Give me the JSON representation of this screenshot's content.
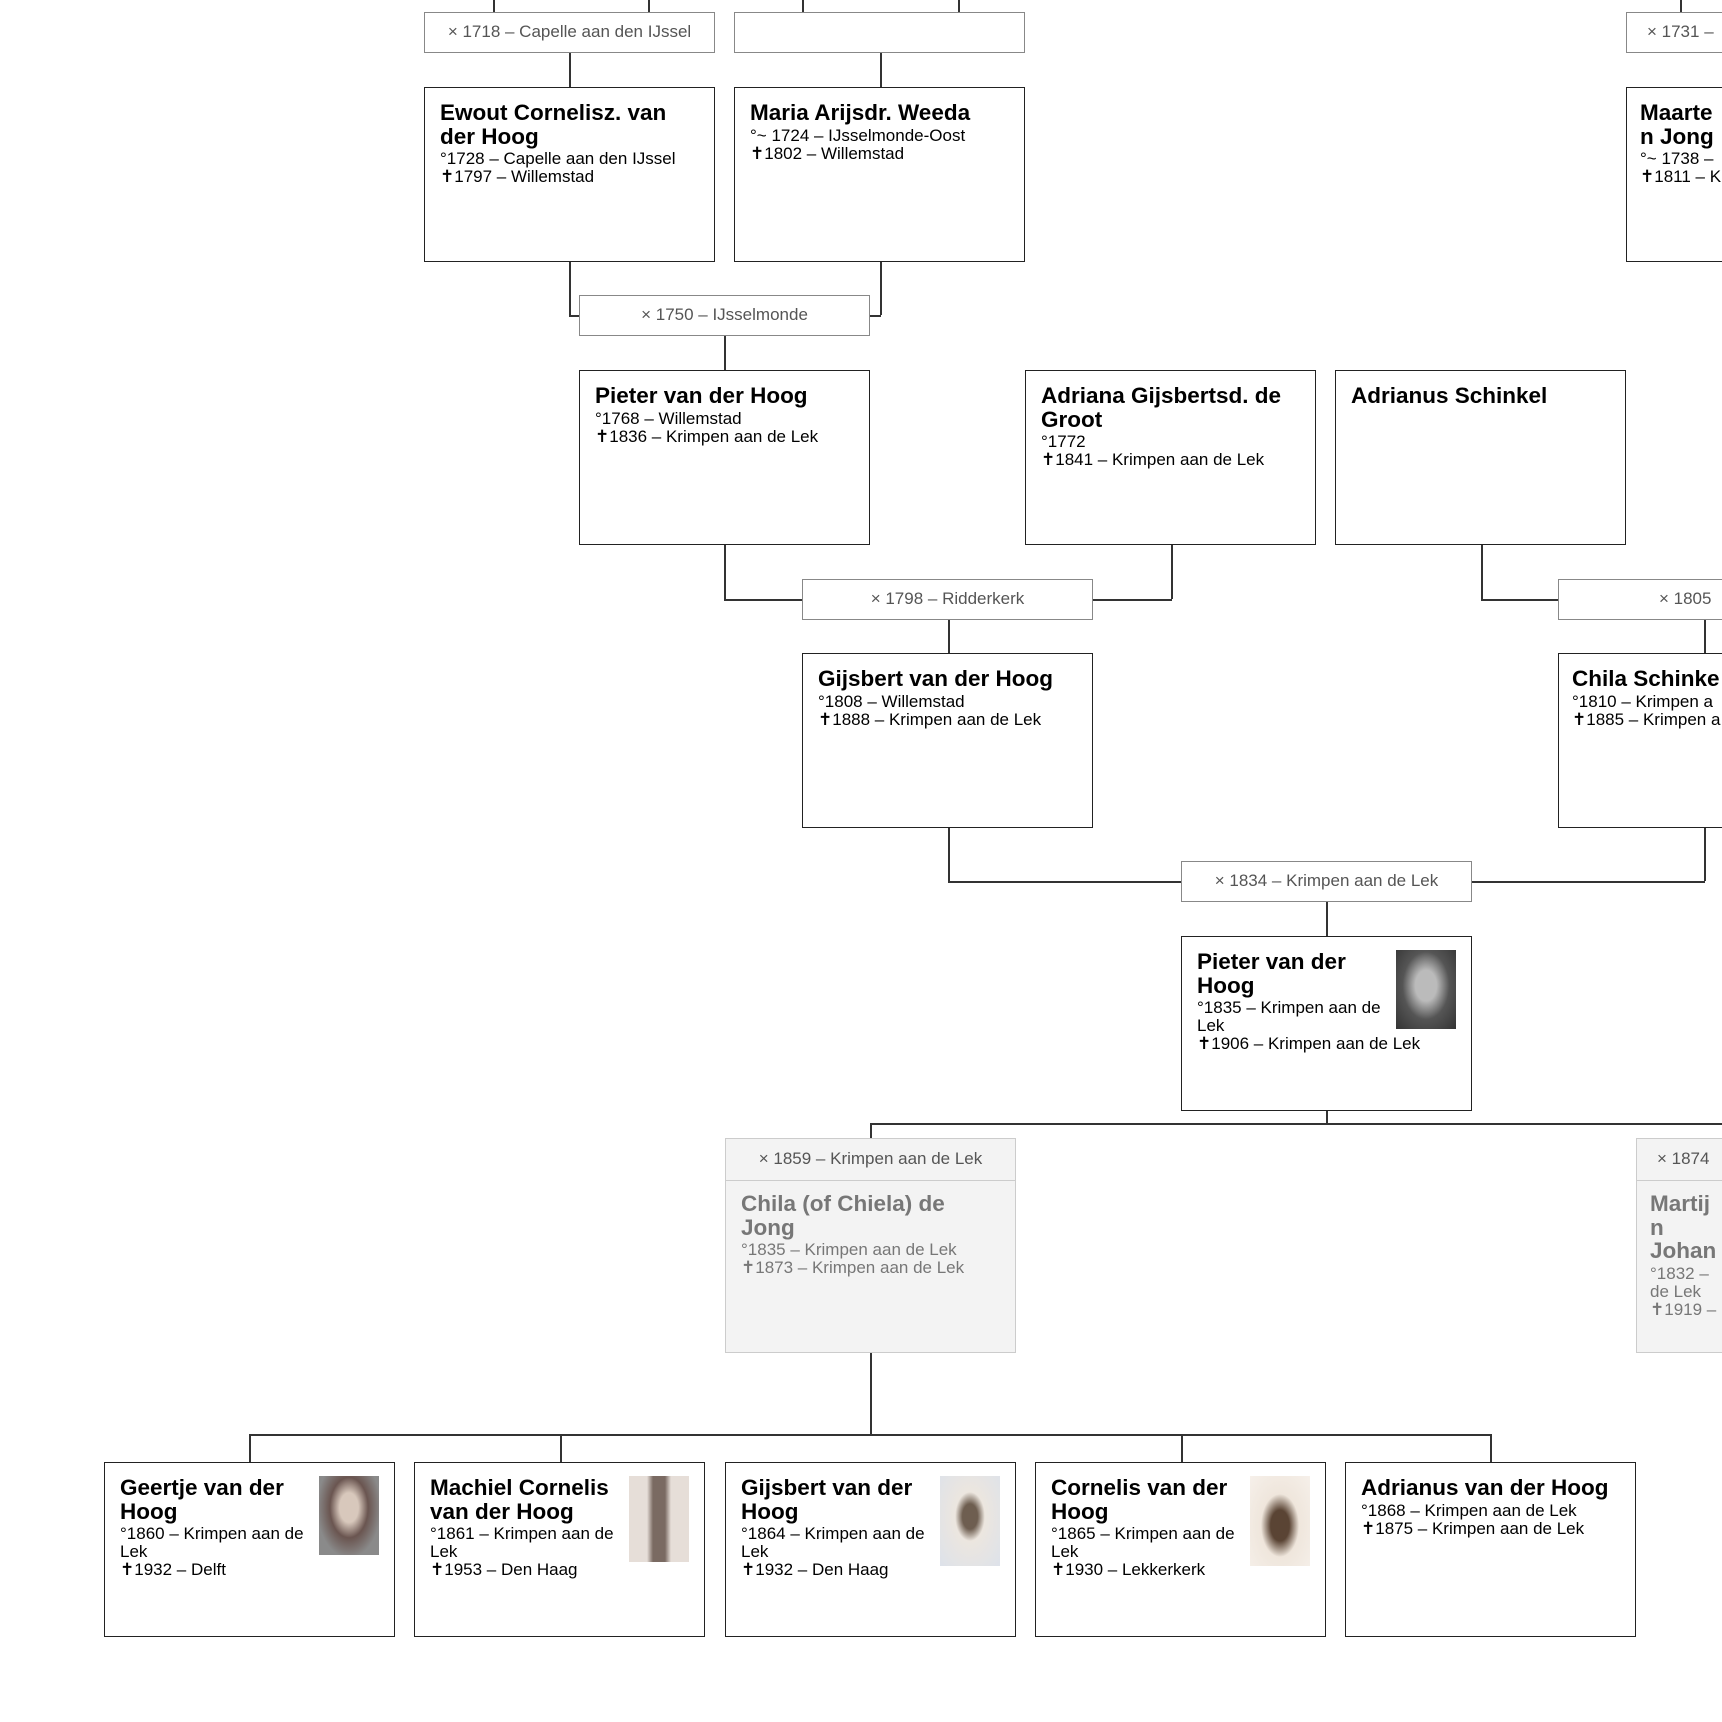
{
  "marriages": {
    "m1718": "× 1718 – Capelle aan den IJssel",
    "m_empty": "",
    "m1731": "× 1731 –",
    "m1750": "× 1750 – IJsselmonde",
    "m1798": "× 1798 – Ridderkerk",
    "m1805": "× 1805",
    "m1834": "× 1834 – Krimpen aan de Lek",
    "m1859": "× 1859 – Krimpen aan de Lek",
    "m1874": "× 1874"
  },
  "persons": {
    "ewout": {
      "name": "Ewout Cornelisz. van der Hoog",
      "birth": "°1728 – Capelle aan den IJssel",
      "death": "✝1797 – Willemstad"
    },
    "maria": {
      "name": "Maria Arijsdr. Weeda",
      "birth": "°~ 1724 – IJsselmonde-Oost",
      "death": "✝1802 – Willemstad"
    },
    "maarten": {
      "name": "Maarten Jong",
      "birth": "°~ 1738 –",
      "death": "✝1811 – K"
    },
    "pieter1768": {
      "name": "Pieter van der Hoog",
      "birth": "°1768 – Willemstad",
      "death": "✝1836 – Krimpen aan de Lek"
    },
    "adriana": {
      "name": "Adriana Gijsbertsd. de Groot",
      "birth": "°1772",
      "death": "✝1841 – Krimpen aan de Lek"
    },
    "adrianus_s": {
      "name": "Adrianus Schinkel"
    },
    "gijsbert1808": {
      "name": "Gijsbert van der Hoog",
      "birth": "°1808 – Willemstad",
      "death": "✝1888 – Krimpen aan de Lek"
    },
    "chila_s": {
      "name": "Chila Schinke",
      "birth": "°1810 – Krimpen a",
      "death": "✝1885 – Krimpen a"
    },
    "pieter1835": {
      "name": "Pieter van der Hoog",
      "birth": "°1835 – Krimpen aan de Lek",
      "death": "✝1906 – Krimpen aan de Lek"
    },
    "chila_dj": {
      "name": "Chila (of Chiela) de Jong",
      "birth": "°1835 – Krimpen aan de Lek",
      "death": "✝1873 – Krimpen aan de Lek"
    },
    "martijn": {
      "name": "Martijn Johan",
      "birth": "°1832 – de Lek",
      "death": "✝1919 –"
    }
  },
  "children": [
    {
      "name": "Geertje van der Hoog",
      "birth": "°1860 – Krimpen aan de Lek",
      "death": "✝1932 – Delft",
      "photo": "portrait-woman"
    },
    {
      "name": "Machiel Cornelis van der Hoog",
      "birth": "°1861 – Krimpen aan de Lek",
      "death": "✝1953 – Den Haag",
      "photo": "portrait-standing-man"
    },
    {
      "name": "Gijsbert van der Hoog",
      "birth": "°1864 – Krimpen aan de Lek",
      "death": "✝1932 – Den Haag",
      "photo": "portrait-man-card"
    },
    {
      "name": "Cornelis van der Hoog",
      "birth": "°1865 – Krimpen aan de Lek",
      "death": "✝1930 – Lekkerkerk",
      "photo": "portrait-man-sepia"
    },
    {
      "name": "Adrianus van der Hoog",
      "birth": "°1868 – Krimpen aan de Lek",
      "death": "✝1875 – Krimpen aan de Lek"
    }
  ]
}
